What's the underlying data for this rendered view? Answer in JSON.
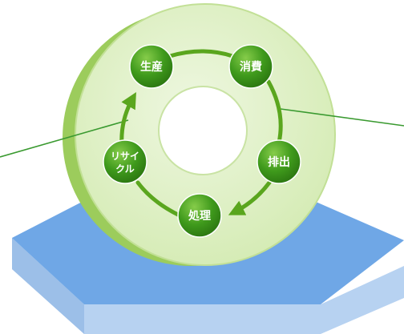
{
  "diagram": {
    "nodes": [
      {
        "id": "production",
        "lines": [
          "生産"
        ]
      },
      {
        "id": "consumption",
        "lines": [
          "消費"
        ]
      },
      {
        "id": "emission",
        "lines": [
          "排出"
        ]
      },
      {
        "id": "treatment",
        "lines": [
          "処理"
        ]
      },
      {
        "id": "recycle",
        "lines": [
          "リサイ",
          "クル"
        ]
      }
    ]
  },
  "colors": {
    "hexagon_top": "#6fa7e6",
    "hexagon_side": "#b3cff0",
    "ring_face": "#dff0c4",
    "ring_edge": "#9ccc5c",
    "node_green": "#3f9a1c",
    "arrow_green": "#5aa61e",
    "line_green": "#3a9a30"
  }
}
